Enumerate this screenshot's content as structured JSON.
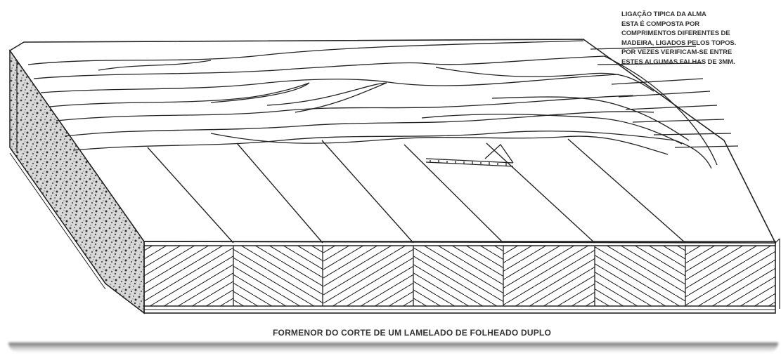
{
  "note": {
    "lines": [
      "LIGAÇÃO TIPICA DA ALMA",
      "ESTA É COMPOSTA POR",
      "COMPRIMENTOS DIFERENTES DE",
      "MADEIRA, LIGADOS PELOS TOPOS.",
      "POR VEZES VERIFICAM-SE ENTRE",
      "ESTES ALGUMAS FALHAS DE 3mm."
    ]
  },
  "caption": "FORMENOR DO CORTE DE UM LAMELADO DE FOLHEADO DUPLO",
  "colors": {
    "ink": "#222222",
    "paper": "#ffffff",
    "text": "#333333"
  }
}
